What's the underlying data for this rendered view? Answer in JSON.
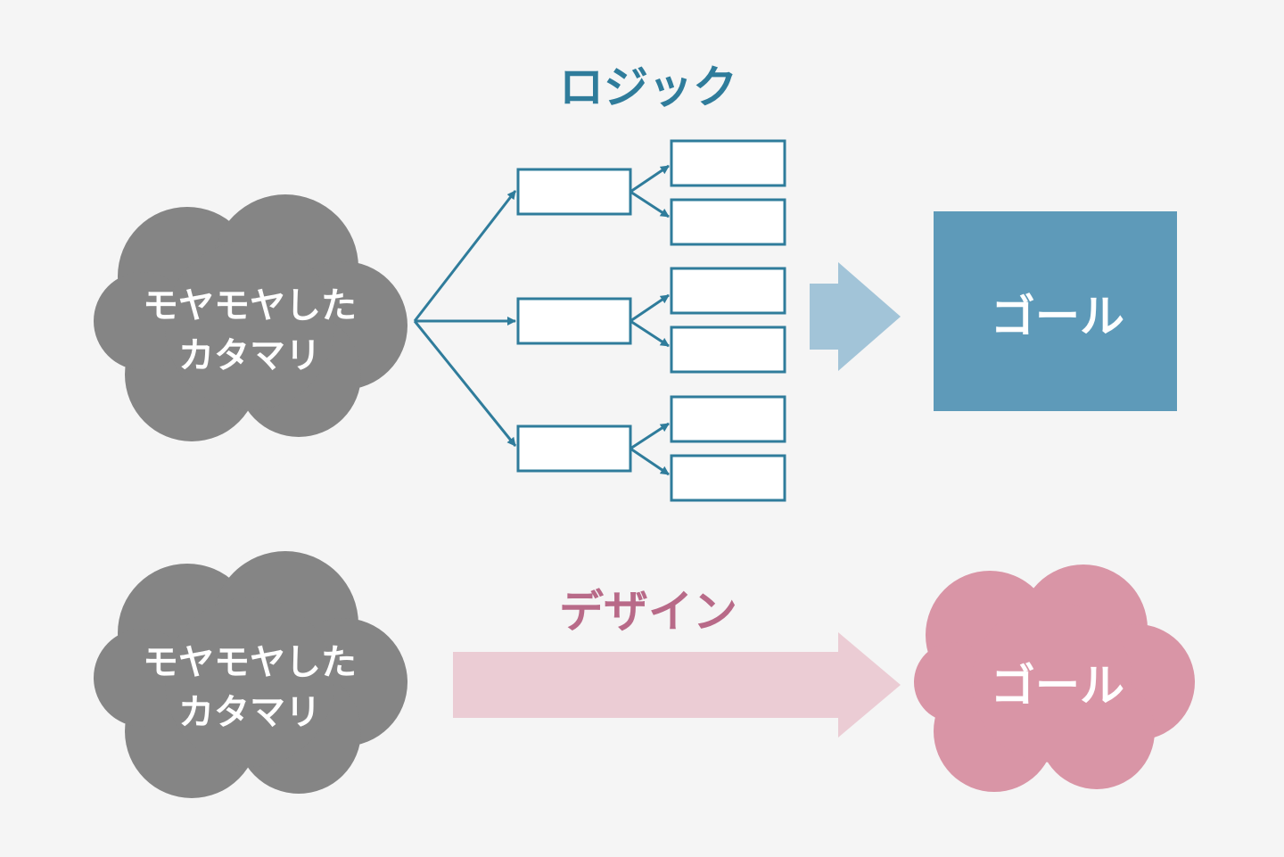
{
  "colors": {
    "background": "#f5f5f5",
    "cloud_gray": "#858585",
    "logic_blue": "#2f7c9b",
    "goal_blue": "#5e9ab9",
    "arrow_light_blue": "#a2c4d8",
    "design_pink": "#b86a88",
    "goal_pink": "#d995a6",
    "arrow_light_pink": "#ebccd4",
    "white": "#ffffff"
  },
  "logic": {
    "title": "ロジック",
    "source_cloud": {
      "line1": "モヤモヤした",
      "line2": "カタマリ"
    },
    "goal": {
      "label": "ゴール"
    }
  },
  "design": {
    "title": "デザイン",
    "source_cloud": {
      "line1": "モヤモヤした",
      "line2": "カタマリ"
    },
    "goal": {
      "label": "ゴール"
    }
  }
}
